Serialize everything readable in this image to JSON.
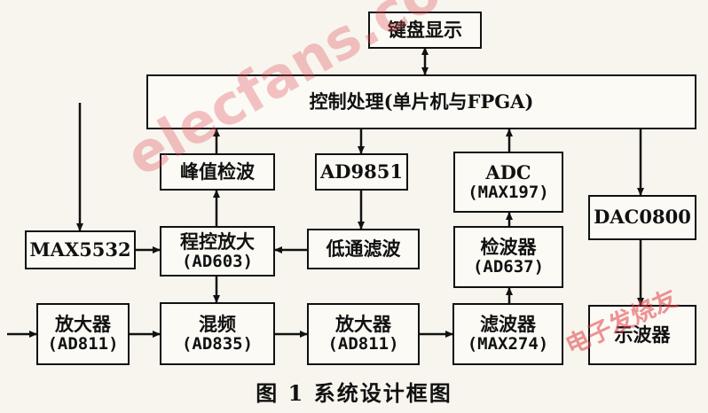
{
  "blocks": {
    "keyboard": "键盘显示",
    "control": "控制处理(单片机与FPGA)",
    "peak": "峰值检波",
    "ad9851": "AD9851",
    "adc": {
      "line1": "ADC",
      "line2": "(MAX197)"
    },
    "dac": "DAC0800",
    "max5532": "MAX5532",
    "prog_amp": {
      "line1": "程控放大",
      "line2": "(AD603)"
    },
    "lowpass": "低通滤波",
    "detector": {
      "line1": "检波器",
      "line2": "(AD637)"
    },
    "amp_in": {
      "line1": "放大器",
      "line2": "(AD811)"
    },
    "mixer": {
      "line1": "混频",
      "line2": "(AD835)"
    },
    "amp_mid": {
      "line1": "放大器",
      "line2": "(AD811)"
    },
    "filter": {
      "line1": "滤波器",
      "line2": "(MAX274)"
    },
    "scope": "示波器"
  },
  "caption": "图 1  系统设计框图",
  "watermark": "elecfans.com",
  "watermark_cn": "电子发烧友"
}
